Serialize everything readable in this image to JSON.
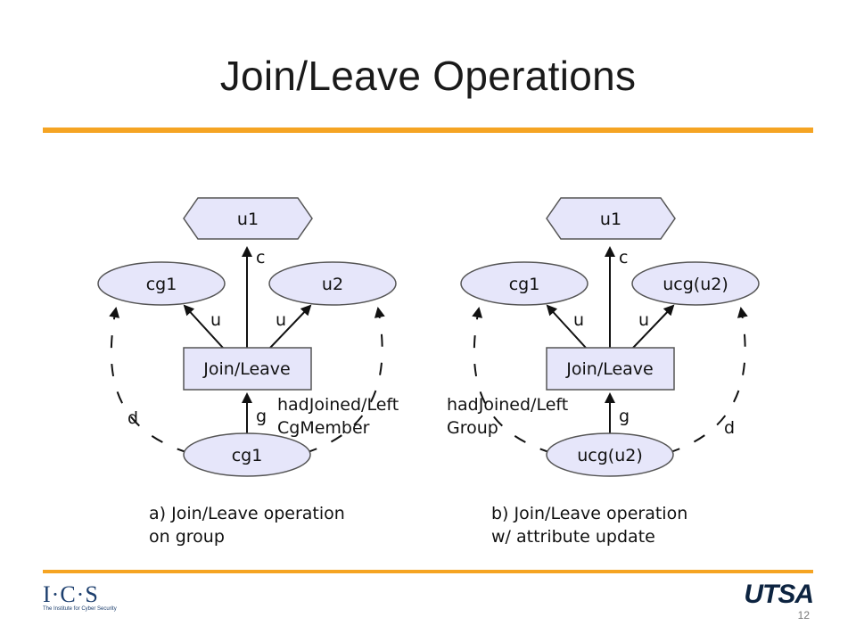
{
  "slide": {
    "title": "Join/Leave Operations",
    "page_number": "12",
    "logo_left": "I·C·S",
    "logo_left_sub": "The Institute for Cyber Security",
    "logo_right": "UTSA"
  },
  "diagram_a": {
    "top_node": "u1",
    "left_node": "cg1",
    "right_node": "u2",
    "activity": "Join/Leave",
    "bottom_node": "cg1",
    "edge_c": "c",
    "edge_u_left": "u",
    "edge_u_right": "u",
    "edge_g": "g",
    "edge_d": "d",
    "edge_had_line1": "hadJoined/Left",
    "edge_had_line2": "CgMember",
    "caption_line1": "a) Join/Leave operation",
    "caption_line2": "on group"
  },
  "diagram_b": {
    "top_node": "u1",
    "left_node": "cg1",
    "right_node": "ucg(u2)",
    "activity": "Join/Leave",
    "bottom_node": "ucg(u2)",
    "edge_c": "c",
    "edge_u_left": "u",
    "edge_u_right": "u",
    "edge_g": "g",
    "edge_d": "d",
    "edge_had_line1": "hadJoined/Left",
    "edge_had_line2": "Group",
    "caption_line1": "b) Join/Leave operation",
    "caption_line2": "w/ attribute update"
  },
  "colors": {
    "accent_rule": "#f5a423",
    "node_fill": "#e6e6fa",
    "node_stroke": "#555555"
  }
}
